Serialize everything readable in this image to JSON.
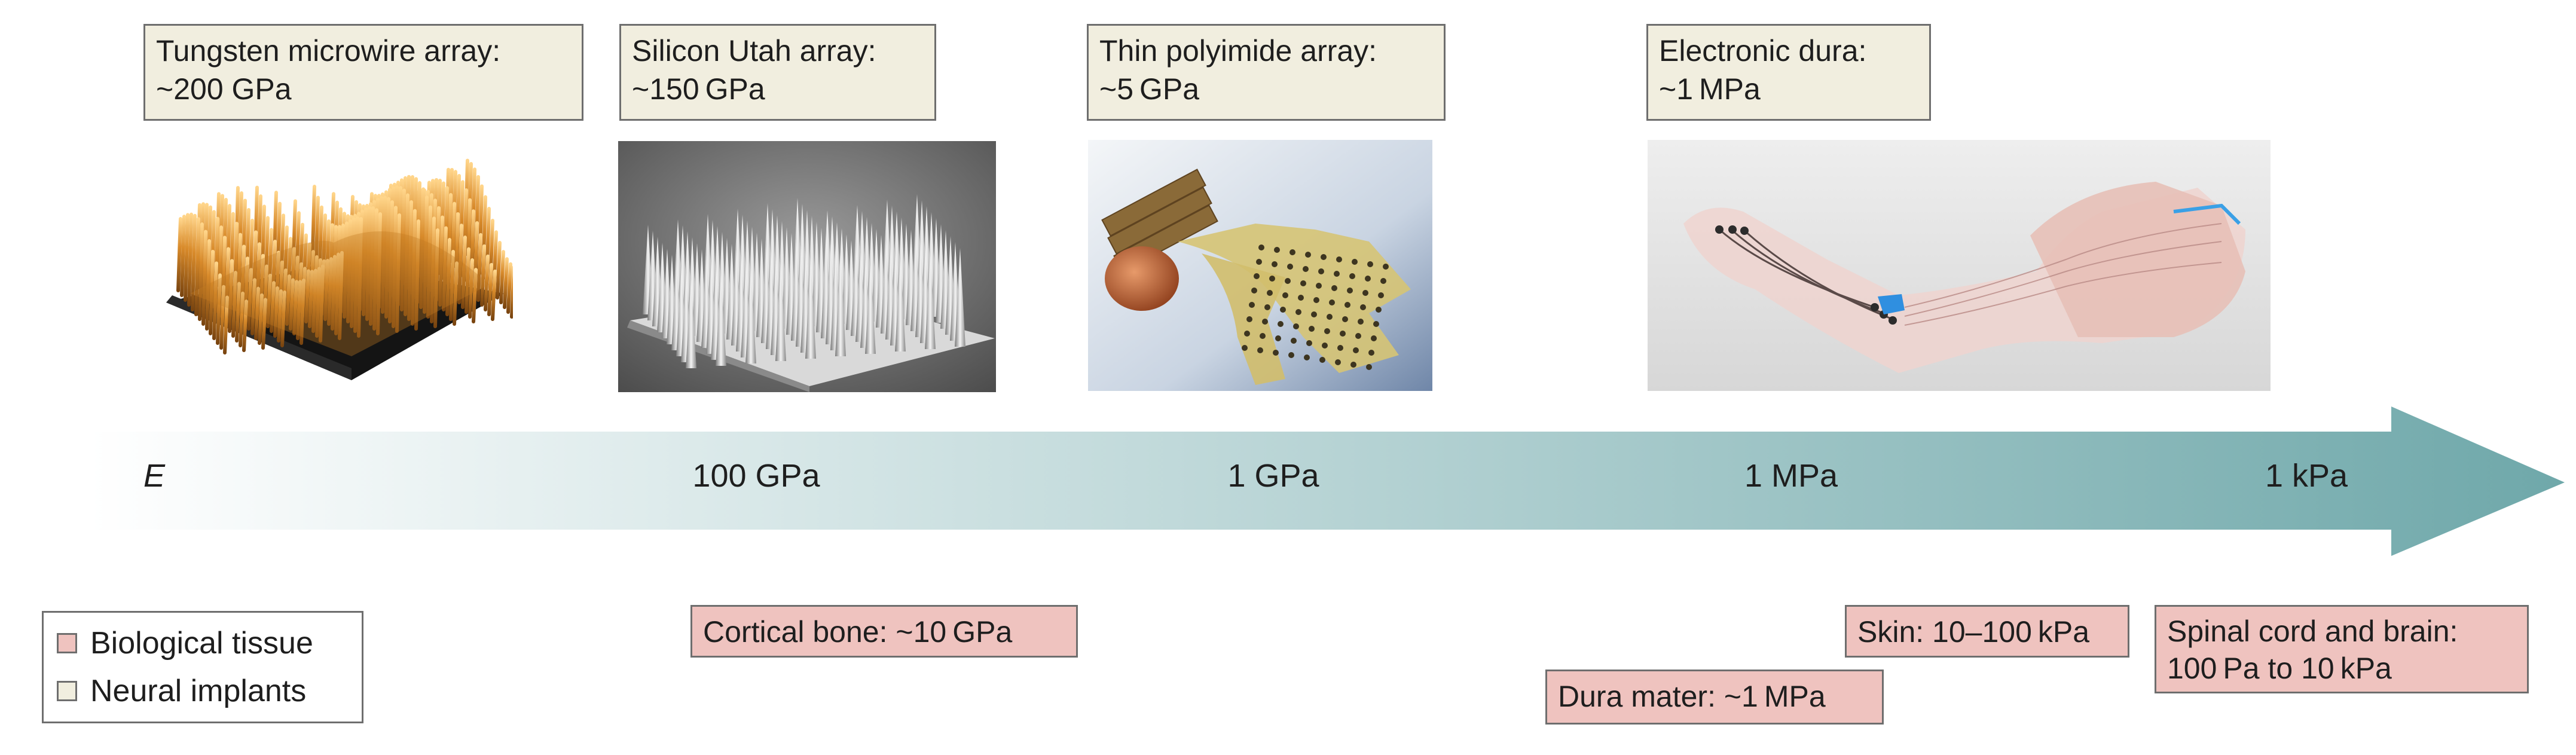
{
  "implants": [
    {
      "name": "Tungsten microwire array:",
      "value": "~200 GPa"
    },
    {
      "name": "Silicon Utah array:",
      "value": "~150 GPa"
    },
    {
      "name": "Thin polyimide array:",
      "value": "~5 GPa"
    },
    {
      "name": "Electronic dura:",
      "value": "~1 MPa"
    }
  ],
  "axis": {
    "symbol": "E",
    "ticks": [
      "100 GPa",
      "1 GPa",
      "1 MPa",
      "1 kPa"
    ]
  },
  "tissues": [
    {
      "label": "Cortical bone: ~10 GPa"
    },
    {
      "label": "Skin: 10–100 kPa"
    },
    {
      "label": "Dura mater: ~1 MPa"
    },
    {
      "label_line1": "Spinal cord and brain:",
      "label_line2": "100 Pa to 10 kPa"
    }
  ],
  "legend": {
    "tissue": "Biological tissue",
    "implant": "Neural implants"
  },
  "colors": {
    "tissue": "#efc3bf",
    "implant": "#f1eedf",
    "arrow_start": "#ffffff",
    "arrow_end": "#6fa8aa"
  }
}
